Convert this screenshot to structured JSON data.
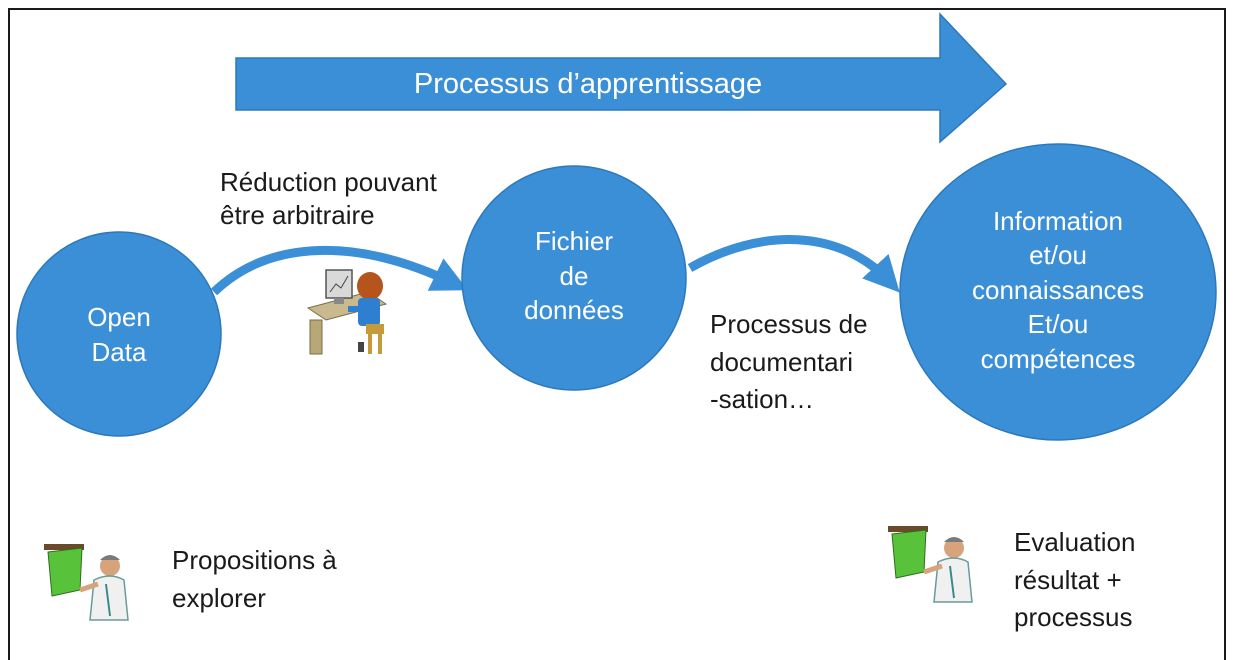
{
  "colors": {
    "primary": "#3b8fd6",
    "primary_dark": "#2d78bd",
    "text": "#1a1a1a",
    "node_text": "#ffffff"
  },
  "arrow": {
    "label": "Processus d’apprentissage"
  },
  "nodes": {
    "open_data": [
      "Open",
      "Data"
    ],
    "fichier": [
      "Fichier",
      "de",
      "données"
    ],
    "information": [
      "Information",
      "et/ou",
      "connaissances",
      "Et/ou",
      "compétences"
    ]
  },
  "labels": {
    "reduction": [
      "Réduction pouvant",
      "être arbitraire"
    ],
    "documentation": [
      "Processus de",
      "documentari",
      "-sation…"
    ],
    "propositions": [
      "Propositions à",
      "explorer"
    ],
    "evaluation": [
      "Evaluation",
      "résultat +",
      "processus"
    ]
  },
  "icons": {
    "computer_user": "computer-user-clipart-icon",
    "presenter_left": "presenter-board-icon",
    "presenter_right": "presenter-board-icon"
  }
}
